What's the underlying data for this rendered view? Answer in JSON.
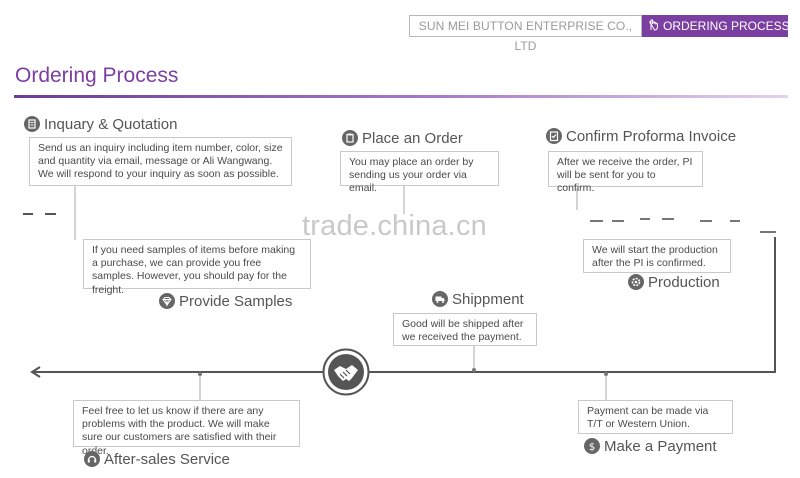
{
  "header": {
    "company": "SUN MEI BUTTON ENTERPRISE CO., LTD",
    "current": "ORDERING PROCESS"
  },
  "page_title": "Ordering Process",
  "watermark": "trade.china.cn",
  "steps": {
    "inquiry": {
      "title": "Inquary & Quotation",
      "icon": "inquiry-icon",
      "text": "Send us an inquiry including item number, color, size and quantity via email, message or Ali Wangwang. We will respond to your inquiry as soon as possible."
    },
    "place_order": {
      "title": "Place an Order",
      "icon": "clipboard-icon",
      "text": "You may place an order by sending us your order via email."
    },
    "confirm_pi": {
      "title": "Confirm Proforma Invoice",
      "icon": "checklist-icon",
      "text": "After we receive the order, PI will be sent for you to confirm."
    },
    "samples": {
      "title": "Provide Samples",
      "icon": "diamond-icon",
      "text": "If you need samples of items before making a purchase, we can provide you free samples. However, you should pay for the freight."
    },
    "production": {
      "title": "Production",
      "icon": "gear-icon",
      "text": "We will start the production after the PI is confirmed."
    },
    "shippment": {
      "title": "Shippment",
      "icon": "truck-icon",
      "text": "Good will be shipped after we received the payment."
    },
    "payment": {
      "title": "Make a Payment",
      "icon": "dollar-icon",
      "text": "Payment can be made via T/T or Western Union."
    },
    "after_sales": {
      "title": "After-sales Service",
      "icon": "headset-icon",
      "text": "Feel free to let us know if there are any problems with the product. We will make sure our customers are satisfied with their order."
    }
  },
  "center_icon": "handshake-icon",
  "colors": {
    "accent": "#7b3fa1",
    "line": "#555555",
    "icon": "#666666"
  }
}
